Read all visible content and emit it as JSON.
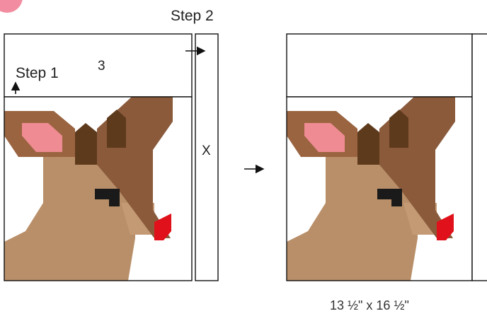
{
  "labels": {
    "step1": "Step 1",
    "step2": "Step 2",
    "piece_3": "3",
    "piece_x": "X",
    "dimensions": "13 ½\" x 16 ½\""
  },
  "colors": {
    "outline": "#111111",
    "dark_brown": "#8a5a3b",
    "ear_brown": "#9a6440",
    "antler": "#5e3a1c",
    "face_tan": "#b98f69",
    "ear_pink": "#ef8b93",
    "nose_red": "#e0111a",
    "eye": "#1a1a1a",
    "background": "#ffffff",
    "badge_pink": "#f28ca0"
  }
}
